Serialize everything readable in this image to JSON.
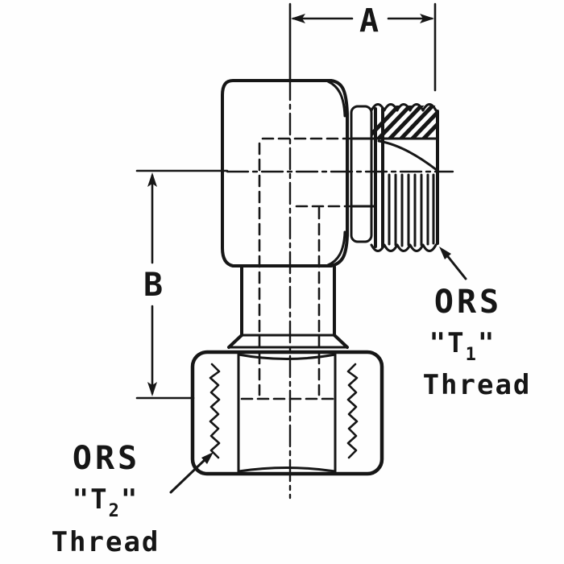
{
  "drawing": {
    "description_kind": "elbow-fitting-line-drawing",
    "dimensions": {
      "a_label": "A",
      "b_label": "B"
    },
    "labels": {
      "t1": {
        "line1": "ORS",
        "line2_open": "\"T",
        "line2_sub": "1",
        "line2_close": "\"",
        "line3": "Thread"
      },
      "t2": {
        "line1": "ORS",
        "line2_open": "\"T",
        "line2_sub": "2",
        "line2_close": "\"",
        "line3": "Thread"
      }
    },
    "colors": {
      "ink": "#161616",
      "background": "#fefefe"
    }
  }
}
